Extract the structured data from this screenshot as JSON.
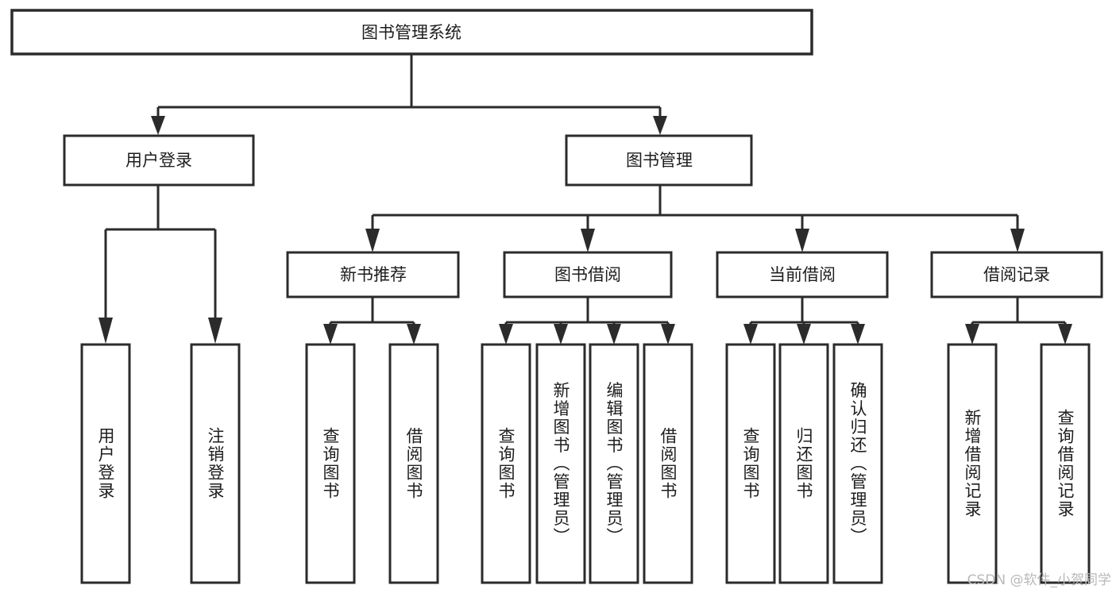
{
  "diagram": {
    "title": "图书管理系统",
    "type": "tree-hierarchy-chart",
    "root": {
      "label": "图书管理系统"
    },
    "level2": [
      {
        "label": "用户登录"
      },
      {
        "label": "图书管理"
      }
    ],
    "level3": [
      {
        "label": "新书推荐",
        "parent": "图书管理"
      },
      {
        "label": "图书借阅",
        "parent": "图书管理"
      },
      {
        "label": "当前借阅",
        "parent": "图书管理"
      },
      {
        "label": "借阅记录",
        "parent": "图书管理"
      }
    ],
    "leaves": {
      "user_login": [
        {
          "label": "用户登录"
        },
        {
          "label": "注销登录"
        }
      ],
      "new_book_recommend": [
        {
          "label": "查询图书"
        },
        {
          "label": "借阅图书"
        }
      ],
      "book_borrow": [
        {
          "label": "查询图书"
        },
        {
          "label": "新增图书（管理员）"
        },
        {
          "label": "编辑图书（管理员）"
        },
        {
          "label": "借阅图书"
        }
      ],
      "current_borrow": [
        {
          "label": "查询图书"
        },
        {
          "label": "归还图书"
        },
        {
          "label": "确认归还（管理员）"
        }
      ],
      "borrow_record": [
        {
          "label": "新增借阅记录"
        },
        {
          "label": "查询借阅记录"
        }
      ]
    }
  },
  "watermark": {
    "text": "CSDN @软件_小贺同学"
  },
  "colors": {
    "stroke": "#2b2b2b",
    "fill": "#ffffff",
    "text": "#1d1d1d",
    "watermark": "#b9b9b9"
  }
}
